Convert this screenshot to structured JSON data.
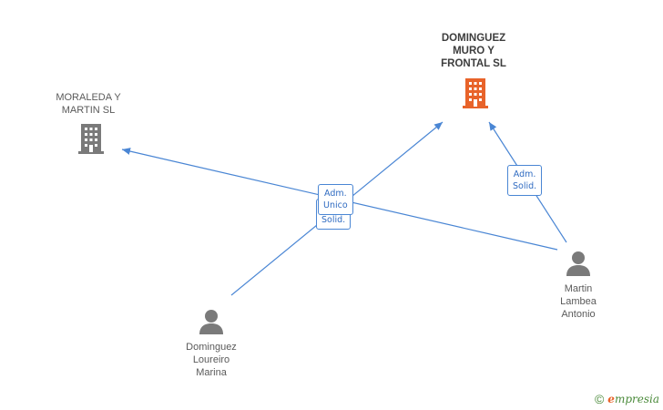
{
  "companies": {
    "dominguez_muro": {
      "name": "DOMINGUEZ\nMURO Y\nFRONTAL SL",
      "color": "#e8632a"
    },
    "moraleda": {
      "name": "MORALEDA Y\nMARTIN SL",
      "color": "#7a7a7a"
    }
  },
  "persons": {
    "martin": {
      "name": "Martin\nLambea\nAntonio"
    },
    "dominguez_loureiro": {
      "name": "Dominguez\nLoureiro\nMarina"
    }
  },
  "relations": {
    "adm_solid_right": "Adm.\nSolid.",
    "adm_solid_center": "Adm.\nSolid.",
    "adm_unico_center": "Adm.\nUnico"
  },
  "colors": {
    "edge": "#4a86d4",
    "person": "#7a7a7a"
  },
  "footer": {
    "copyright": "©",
    "brand_initial": "e",
    "brand_rest": "mpresia"
  }
}
